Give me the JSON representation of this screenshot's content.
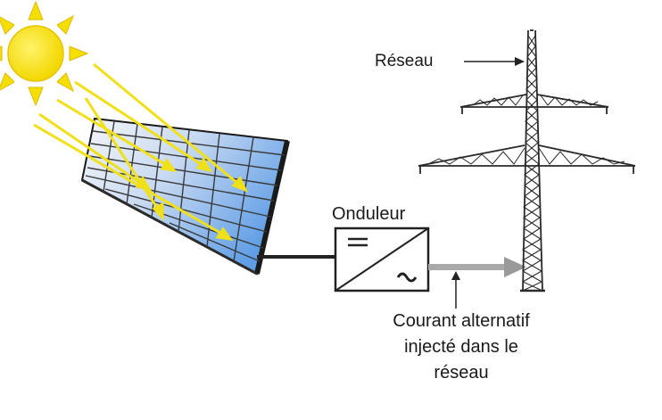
{
  "labels": {
    "grid": "Réseau",
    "inverter": "Onduleur",
    "current_line1": "Courant alternatif",
    "current_line2": "injecté dans le",
    "current_line3": "réseau"
  },
  "inverter_symbols": {
    "dc": "=",
    "ac": "~"
  },
  "colors": {
    "sun": "#f5e000",
    "sun_rays": "#f0e020",
    "panel_light": "#e8eef8",
    "panel_blue": "#6fa8e8",
    "frame": "#222222",
    "ac_arrow": "#9a9a9a"
  }
}
